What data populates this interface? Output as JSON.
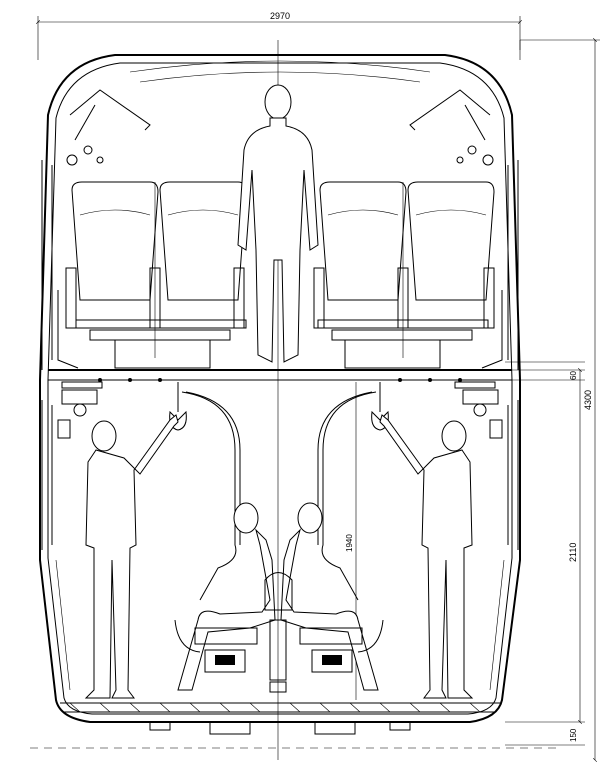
{
  "dimensions": {
    "overall_width": "2970",
    "overall_height": "4300",
    "upper_gap": "60",
    "lower_deck_height": "2110",
    "floor_clearance": "150",
    "seated_head_height": "1940"
  }
}
